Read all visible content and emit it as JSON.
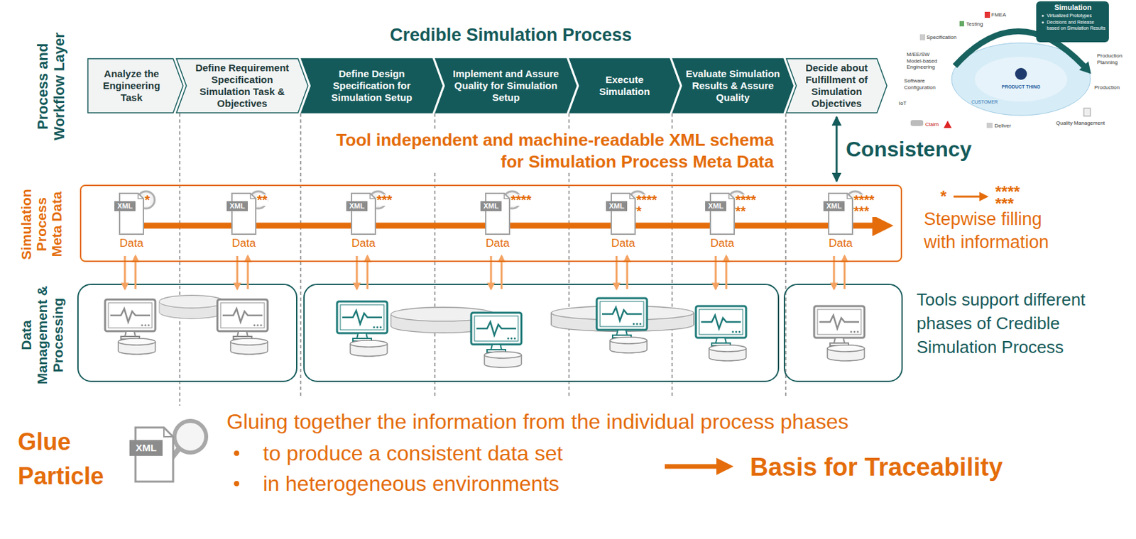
{
  "diagram": {
    "title": "Credible Simulation Process",
    "nodes": [
      {
        "text": [
          "Analyze the Engineering Task"
        ]
      },
      {
        "text": [
          "Define Requirement Specification Simulation Task & Objectives"
        ]
      },
      {
        "text": [
          "Define Design Specification for Simulation Setup"
        ]
      },
      {
        "text": [
          "Implement and Assure Quality for Simulation Setup"
        ]
      },
      {
        "text": [
          "Execute Simulation"
        ]
      },
      {
        "text": [
          "Evaluate Simulation Results & Assure Quality"
        ]
      },
      {
        "text": [
          "Decide about Fulfillment of Simulation Objectives"
        ]
      },
      {
        "text": [
          "Simulation Process Meta Data"
        ]
      },
      {
        "text": [
          "XML",
          "*",
          "Data"
        ],
        "in": 7
      },
      {
        "text": [
          "XML",
          "**",
          "Data"
        ],
        "in": 7
      },
      {
        "text": [
          "XML",
          "***",
          "Data"
        ],
        "in": 7
      },
      {
        "text": [
          "XML",
          "****",
          "Data"
        ],
        "in": 7
      },
      {
        "text": [
          "XML",
          "**** *",
          "Data"
        ],
        "in": 7
      },
      {
        "text": [
          "XML",
          "**** **",
          "Data"
        ],
        "in": 7
      },
      {
        "text": [
          "XML",
          "**** ***",
          "Data"
        ],
        "in": 7
      }
    ],
    "edges": [
      {
        "from": 6,
        "to": 7,
        "arrow": "both",
        "label": "Consistency"
      }
    ],
    "labels": [
      "Process and Workflow Layer",
      "Tool independent and machine-readable XML schema for Simulation Process Meta Data",
      "*",
      "**** ***",
      "Stepwise filling with information",
      "Data Management & Processing",
      "Tools support different phases of Credible Simulation Process",
      "Glue Particle",
      "XML",
      "Gluing together the information from the individual process phases",
      "to produce a consistent data set",
      "in heterogeneous environments",
      "Basis for Traceability",
      "Simulation",
      "Virtualized Prototypes",
      "Decisions and Release based on Simulation Results",
      "FMEA",
      "Testing",
      "Specification",
      "M/EE/SW Model-based Engineering",
      "Software Configuration",
      "IoT",
      "Claim",
      "Deliver",
      "Quality Management",
      "Production Planning",
      "Production",
      "CUSTOMER",
      "PRODUCT THING"
    ]
  }
}
